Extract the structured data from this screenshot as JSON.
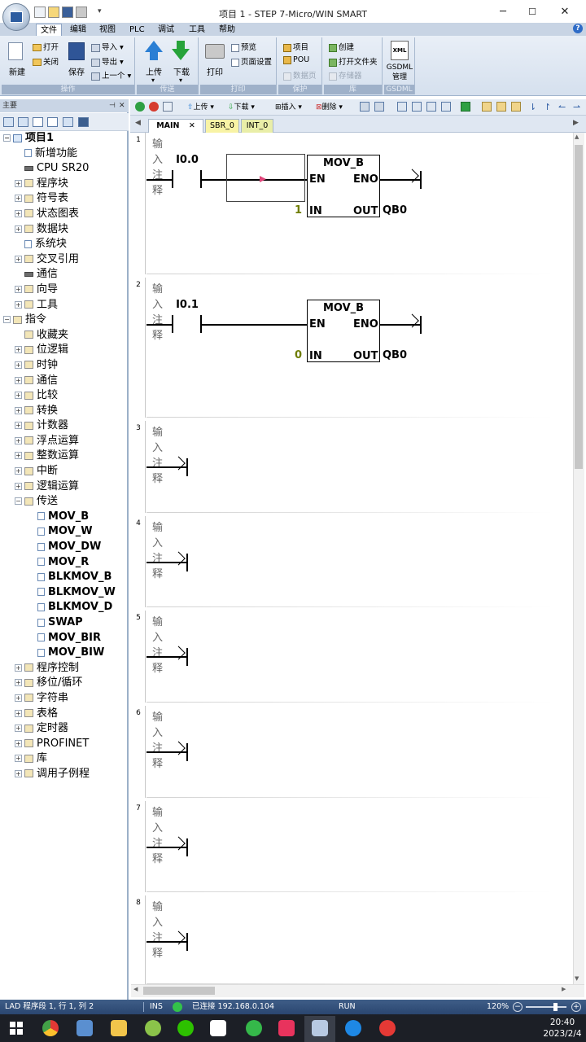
{
  "window": {
    "title": "项目 1 - STEP 7-Micro/WIN SMART",
    "minimize": "─",
    "maximize": "☐",
    "close": "✕",
    "help_icon": "help-icon"
  },
  "menu": {
    "tabs": [
      "文件",
      "编辑",
      "视图",
      "PLC",
      "调试",
      "工具",
      "帮助"
    ]
  },
  "ribbon": {
    "operations": {
      "label": "操作",
      "new": "新建",
      "open": "打开",
      "close": "关闭",
      "save": "保存",
      "import": "导入",
      "export": "导出",
      "previous": "上一个"
    },
    "transfer": {
      "label": "传送",
      "upload": "上传",
      "download": "下载"
    },
    "print": {
      "label": "打印",
      "print": "打印",
      "preview": "预览",
      "page_setup": "页面设置"
    },
    "protect": {
      "label": "保护",
      "project": "项目",
      "pou": "POU",
      "data_page": "数据页"
    },
    "library": {
      "label": "库",
      "create": "创建",
      "open_folder": "打开文件夹",
      "memory": "存储器"
    },
    "gsdml": {
      "label": "GSDML",
      "xml": "XML",
      "manage": "GSDML\n管理"
    }
  },
  "left_pane": {
    "title": "主要",
    "tree": [
      {
        "label": "项目1",
        "level": 0,
        "exp": "⊟",
        "icon": "proj",
        "bold": true
      },
      {
        "label": "新增功能",
        "level": 1,
        "exp": "",
        "icon": "doc"
      },
      {
        "label": "CPU SR20",
        "level": 1,
        "exp": "",
        "icon": "cpu"
      },
      {
        "label": "程序块",
        "level": 1,
        "exp": "⊞",
        "icon": "folder"
      },
      {
        "label": "符号表",
        "level": 1,
        "exp": "⊞",
        "icon": "folder"
      },
      {
        "label": "状态图表",
        "level": 1,
        "exp": "⊞",
        "icon": "folder"
      },
      {
        "label": "数据块",
        "level": 1,
        "exp": "⊞",
        "icon": "folder"
      },
      {
        "label": "系统块",
        "level": 1,
        "exp": "",
        "icon": "doc"
      },
      {
        "label": "交叉引用",
        "level": 1,
        "exp": "⊞",
        "icon": "folder"
      },
      {
        "label": "通信",
        "level": 1,
        "exp": "",
        "icon": "cpu"
      },
      {
        "label": "向导",
        "level": 1,
        "exp": "⊞",
        "icon": "folder"
      },
      {
        "label": "工具",
        "level": 1,
        "exp": "⊞",
        "icon": "folder"
      },
      {
        "label": "指令",
        "level": 0,
        "exp": "⊟",
        "icon": "folder"
      },
      {
        "label": "收藏夹",
        "level": 1,
        "exp": "",
        "icon": "folder"
      },
      {
        "label": "位逻辑",
        "level": 1,
        "exp": "⊞",
        "icon": "folder"
      },
      {
        "label": "时钟",
        "level": 1,
        "exp": "⊞",
        "icon": "folder"
      },
      {
        "label": "通信",
        "level": 1,
        "exp": "⊞",
        "icon": "folder"
      },
      {
        "label": "比较",
        "level": 1,
        "exp": "⊞",
        "icon": "folder"
      },
      {
        "label": "转换",
        "level": 1,
        "exp": "⊞",
        "icon": "folder"
      },
      {
        "label": "计数器",
        "level": 1,
        "exp": "⊞",
        "icon": "folder"
      },
      {
        "label": "浮点运算",
        "level": 1,
        "exp": "⊞",
        "icon": "folder"
      },
      {
        "label": "整数运算",
        "level": 1,
        "exp": "⊞",
        "icon": "folder"
      },
      {
        "label": "中断",
        "level": 1,
        "exp": "⊞",
        "icon": "folder"
      },
      {
        "label": "逻辑运算",
        "level": 1,
        "exp": "⊞",
        "icon": "folder"
      },
      {
        "label": "传送",
        "level": 1,
        "exp": "⊟",
        "icon": "folder"
      },
      {
        "label": "MOV_B",
        "level": 2,
        "exp": "",
        "icon": "doc",
        "bold": true
      },
      {
        "label": "MOV_W",
        "level": 2,
        "exp": "",
        "icon": "doc",
        "bold": true
      },
      {
        "label": "MOV_DW",
        "level": 2,
        "exp": "",
        "icon": "doc",
        "bold": true
      },
      {
        "label": "MOV_R",
        "level": 2,
        "exp": "",
        "icon": "doc",
        "bold": true
      },
      {
        "label": "BLKMOV_B",
        "level": 2,
        "exp": "",
        "icon": "doc",
        "bold": true
      },
      {
        "label": "BLKMOV_W",
        "level": 2,
        "exp": "",
        "icon": "doc",
        "bold": true
      },
      {
        "label": "BLKMOV_D",
        "level": 2,
        "exp": "",
        "icon": "doc",
        "bold": true
      },
      {
        "label": "SWAP",
        "level": 2,
        "exp": "",
        "icon": "doc",
        "bold": true
      },
      {
        "label": "MOV_BIR",
        "level": 2,
        "exp": "",
        "icon": "doc",
        "bold": true
      },
      {
        "label": "MOV_BIW",
        "level": 2,
        "exp": "",
        "icon": "doc",
        "bold": true
      },
      {
        "label": "程序控制",
        "level": 1,
        "exp": "⊞",
        "icon": "folder"
      },
      {
        "label": "移位/循环",
        "level": 1,
        "exp": "⊞",
        "icon": "folder"
      },
      {
        "label": "字符串",
        "level": 1,
        "exp": "⊞",
        "icon": "folder"
      },
      {
        "label": "表格",
        "level": 1,
        "exp": "⊞",
        "icon": "folder"
      },
      {
        "label": "定时器",
        "level": 1,
        "exp": "⊞",
        "icon": "folder"
      },
      {
        "label": "PROFINET",
        "level": 1,
        "exp": "⊞",
        "icon": "folder"
      },
      {
        "label": "库",
        "level": 1,
        "exp": "⊞",
        "icon": "folder"
      },
      {
        "label": "调用子例程",
        "level": 1,
        "exp": "⊞",
        "icon": "folder"
      }
    ]
  },
  "editor": {
    "toolbar": {
      "upload": "上传",
      "download": "下载",
      "insert": "插入",
      "delete": "删除"
    },
    "tabs": [
      {
        "label": "MAIN",
        "close": "✕",
        "active": true
      },
      {
        "label": "SBR_0"
      },
      {
        "label": "INT_0"
      }
    ],
    "networks": [
      {
        "num": "1",
        "comment": "输入注释",
        "contact": "I0.0",
        "block": "MOV_B",
        "en": "EN",
        "eno": "ENO",
        "in_label": "IN",
        "out_label": "OUT",
        "in_value": "1",
        "out_value": "QB0"
      },
      {
        "num": "2",
        "comment": "输入注释",
        "contact": "I0.1",
        "block": "MOV_B",
        "en": "EN",
        "eno": "ENO",
        "in_label": "IN",
        "out_label": "OUT",
        "in_value": "0",
        "out_value": "QB0"
      },
      {
        "num": "3",
        "comment": "输入注释"
      },
      {
        "num": "4",
        "comment": "输入注释"
      },
      {
        "num": "5",
        "comment": "输入注释"
      },
      {
        "num": "6",
        "comment": "输入注释"
      },
      {
        "num": "7",
        "comment": "输入注释"
      },
      {
        "num": "8",
        "comment": "输入注释"
      }
    ]
  },
  "statusbar": {
    "position": "LAD 程序段 1, 行 1, 列 2",
    "mode": "INS",
    "connection": "已连接 192.168.0.104",
    "run": "RUN",
    "zoom": "120%"
  },
  "taskbar": {
    "time": "20:40",
    "date": "2023/2/4"
  }
}
